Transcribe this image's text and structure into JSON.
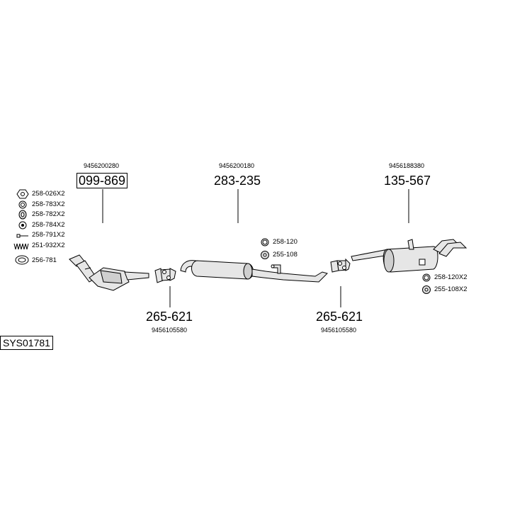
{
  "system_code": "SYS01781",
  "parts": {
    "catalyst": {
      "oe": "9456200280",
      "number": "099-869"
    },
    "middle_silencer": {
      "oe": "9456200180",
      "number": "283-235"
    },
    "rear_silencer": {
      "oe": "9456188380",
      "number": "135-567"
    },
    "clamp_front": {
      "oe": "9456105580",
      "number": "265-621"
    },
    "clamp_rear": {
      "oe": "9456105580",
      "number": "265-621"
    }
  },
  "legend": [
    {
      "icon": "nut-icon",
      "label": "258-026X2"
    },
    {
      "icon": "ring-icon",
      "label": "258-783X2"
    },
    {
      "icon": "spring-washer-icon",
      "label": "258-782X2"
    },
    {
      "icon": "washer-icon",
      "label": "258-784X2"
    },
    {
      "icon": "bolt-icon",
      "label": "258-791X2"
    },
    {
      "icon": "spring-icon",
      "label": "251-932X2"
    },
    {
      "icon": "gasket-icon",
      "label": "256-781"
    }
  ],
  "mid_hardware": [
    {
      "icon": "rubber-ring-icon",
      "label": "258-120"
    },
    {
      "icon": "rubber-mount-icon",
      "label": "255-108"
    }
  ],
  "rear_hardware": [
    {
      "icon": "rubber-ring-icon",
      "label": "258-120X2"
    },
    {
      "icon": "rubber-mount-icon",
      "label": "255-108X2"
    }
  ]
}
